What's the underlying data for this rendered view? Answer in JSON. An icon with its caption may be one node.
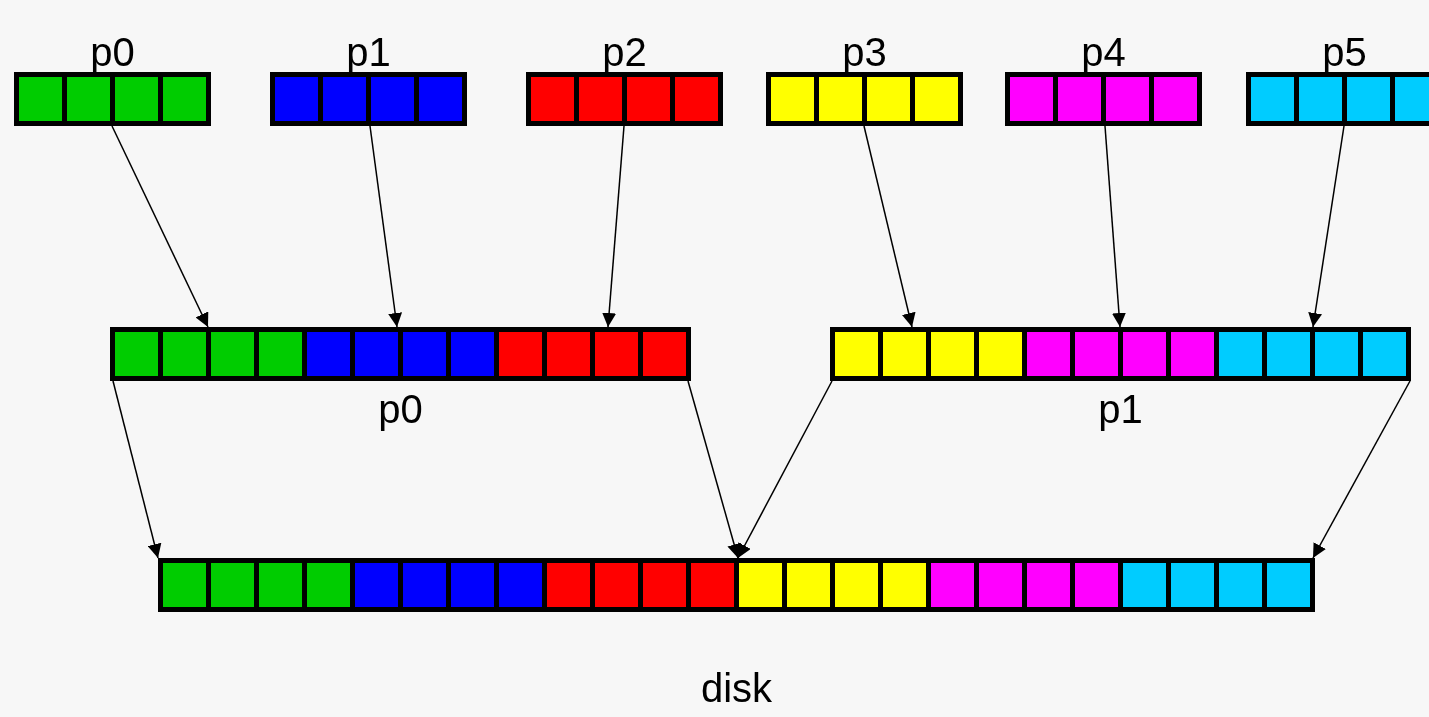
{
  "diagram": {
    "nodes": [
      {
        "text": [
          "p0"
        ]
      },
      {
        "text": [
          "p1"
        ]
      },
      {
        "text": [
          "p2"
        ]
      },
      {
        "text": [
          "p3"
        ]
      },
      {
        "text": [
          "p4"
        ]
      },
      {
        "text": [
          "p5"
        ]
      },
      {
        "text": [
          "p0"
        ]
      },
      {
        "text": [
          "p1"
        ]
      },
      {
        "text": [
          "disk"
        ]
      }
    ],
    "edges": [
      {
        "from": 0,
        "to": 6,
        "arrow": "to"
      },
      {
        "from": 1,
        "to": 6,
        "arrow": "to"
      },
      {
        "from": 2,
        "to": 6,
        "arrow": "to"
      },
      {
        "from": 3,
        "to": 7,
        "arrow": "to"
      },
      {
        "from": 4,
        "to": 7,
        "arrow": "to"
      },
      {
        "from": 5,
        "to": 7,
        "arrow": "to"
      },
      {
        "from": 6,
        "to": 8,
        "arrow": "to"
      },
      {
        "from": 6,
        "to": 8,
        "arrow": "to"
      },
      {
        "from": 7,
        "to": 8,
        "arrow": "to"
      },
      {
        "from": 7,
        "to": 8,
        "arrow": "to"
      }
    ]
  }
}
